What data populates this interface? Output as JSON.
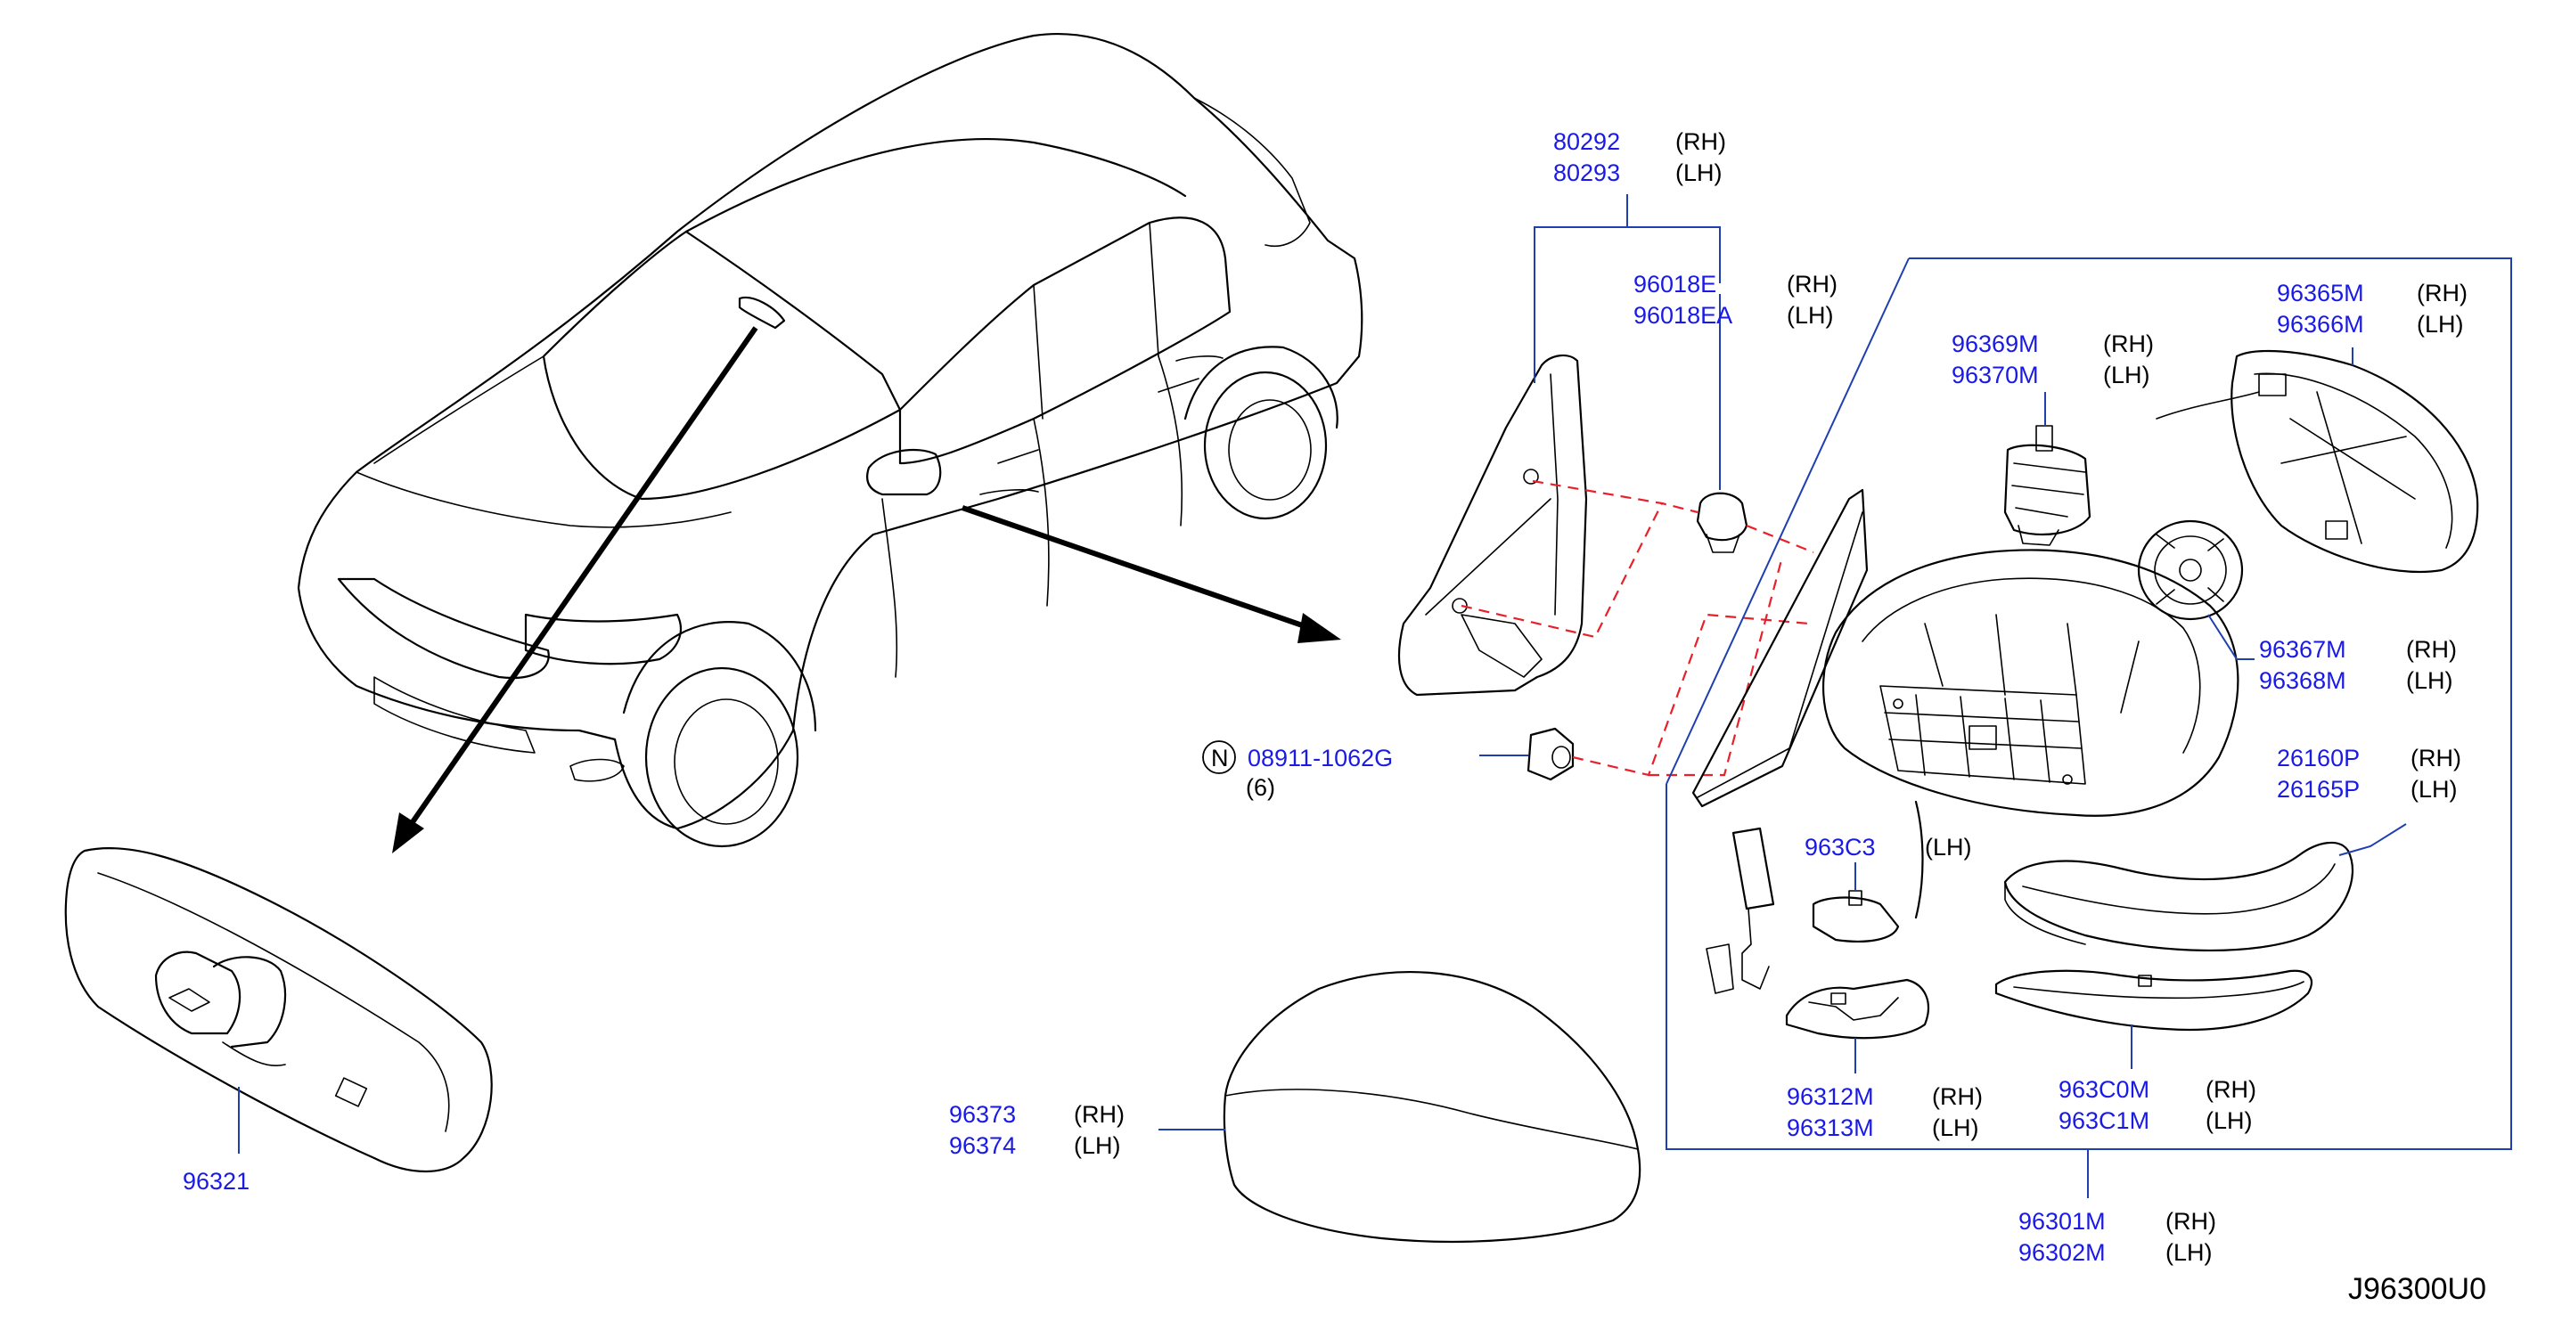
{
  "diagram_code": "J96300U0",
  "callouts": {
    "inner_mirror": {
      "part": "96321"
    },
    "cover": {
      "rh": "96373",
      "lh": "96374",
      "rh_tag": "(RH)",
      "lh_tag": "(LH)"
    },
    "base_trim": {
      "rh": "80292",
      "lh": "80293",
      "rh_tag": "(RH)",
      "lh_tag": "(LH)"
    },
    "grommet": {
      "rh": "96018E",
      "lh": "96018EA",
      "rh_tag": "(RH)",
      "lh_tag": "(LH)"
    },
    "nut": {
      "symbol": "N",
      "part": "08911-1062G",
      "qty": "(6)"
    },
    "motor": {
      "rh": "96369M",
      "lh": "96370M",
      "rh_tag": "(RH)",
      "lh_tag": "(LH)"
    },
    "glass": {
      "rh": "96365M",
      "lh": "96366M",
      "rh_tag": "(RH)",
      "lh_tag": "(LH)"
    },
    "actuator": {
      "rh": "96367M",
      "lh": "96368M",
      "rh_tag": "(RH)",
      "lh_tag": "(LH)"
    },
    "turn_lamp": {
      "rh": "26160P",
      "lh": "26165P",
      "rh_tag": "(RH)",
      "lh_tag": "(LH)"
    },
    "lamp_part": {
      "part": "963C3",
      "tag": "(LH)"
    },
    "under_cover": {
      "rh": "96312M",
      "lh": "96313M",
      "rh_tag": "(RH)",
      "lh_tag": "(LH)"
    },
    "lower_garnish": {
      "rh": "963C0M",
      "lh": "963C1M",
      "rh_tag": "(RH)",
      "lh_tag": "(LH)"
    },
    "mirror_assy": {
      "rh": "96301M",
      "lh": "96302M",
      "rh_tag": "(RH)",
      "lh_tag": "(LH)"
    }
  },
  "colors": {
    "part_number": "#1a1ae6",
    "leader": "#1f3fb0",
    "phantom": "#e8202a"
  }
}
